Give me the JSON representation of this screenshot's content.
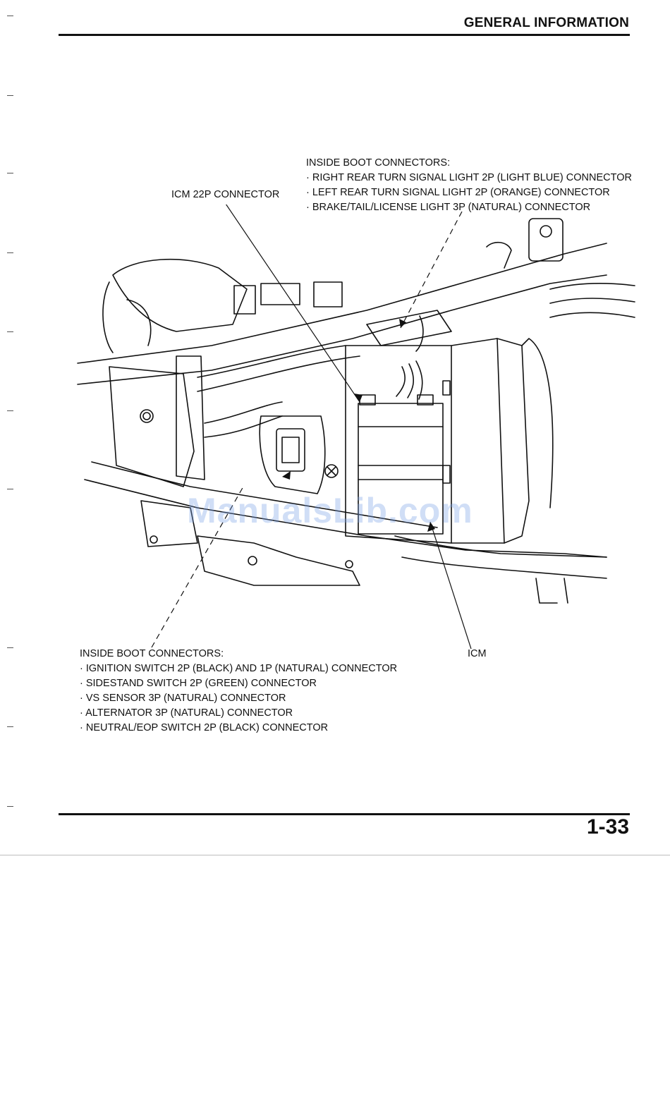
{
  "header": {
    "title": "GENERAL INFORMATION"
  },
  "callouts": {
    "top_right": {
      "heading": "INSIDE BOOT CONNECTORS:",
      "items": [
        "RIGHT REAR TURN SIGNAL LIGHT 2P (LIGHT BLUE) CONNECTOR",
        "LEFT REAR TURN SIGNAL LIGHT 2P (ORANGE) CONNECTOR",
        "BRAKE/TAIL/LICENSE LIGHT 3P (NATURAL) CONNECTOR"
      ]
    },
    "icm_22p": "ICM 22P CONNECTOR",
    "bottom_left": {
      "heading": "INSIDE BOOT CONNECTORS:",
      "items": [
        "IGNITION SWITCH 2P (BLACK) AND 1P (NATURAL) CONNECTOR",
        "SIDESTAND SWITCH 2P (GREEN) CONNECTOR",
        "VS SENSOR 3P (NATURAL) CONNECTOR",
        "ALTERNATOR 3P (NATURAL) CONNECTOR",
        "NEUTRAL/EOP SWITCH 2P (BLACK) CONNECTOR"
      ]
    },
    "icm": "ICM"
  },
  "watermark": "ManualsLib.com",
  "footer": {
    "page_number": "1-33"
  }
}
